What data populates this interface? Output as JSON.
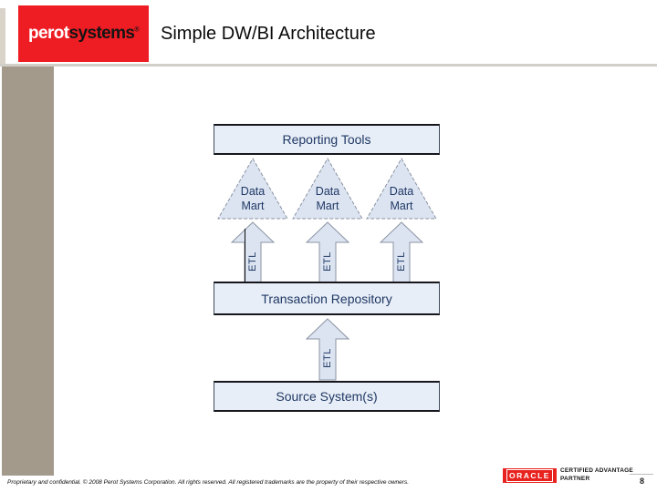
{
  "slide": {
    "title": "Simple DW/BI Architecture",
    "page_number": "8"
  },
  "logo": {
    "brand_first": "perot",
    "brand_second": "systems",
    "registered_mark": "®",
    "brand_color": "#ee1c23"
  },
  "diagram": {
    "reporting_tools_label": "Reporting Tools",
    "data_marts": [
      {
        "line1": "Data",
        "line2": "Mart"
      },
      {
        "line1": "Data",
        "line2": "Mart"
      },
      {
        "line1": "Data",
        "line2": "Mart"
      }
    ],
    "etl_arrows": [
      "ETL",
      "ETL",
      "ETL",
      "ETL"
    ],
    "transaction_repository_label": "Transaction Repository",
    "source_systems_label": "Source System(s)",
    "colors": {
      "box_fill": "#e8eef7",
      "box_border": "#16161c",
      "shape_fill": "#dce4f2",
      "shape_stroke": "#8b94a3",
      "text": "#1f3864"
    }
  },
  "footer": {
    "copyright": "Proprietary and confidential. © 2008 Perot Systems Corporation. All rights reserved. All registered trademarks are the property of their respective owners.",
    "oracle_word": "ORACLE",
    "partner_line1": "CERTIFIED ADVANTAGE",
    "partner_line2": "PARTNER",
    "sidebar_color": "#a39a8c"
  }
}
